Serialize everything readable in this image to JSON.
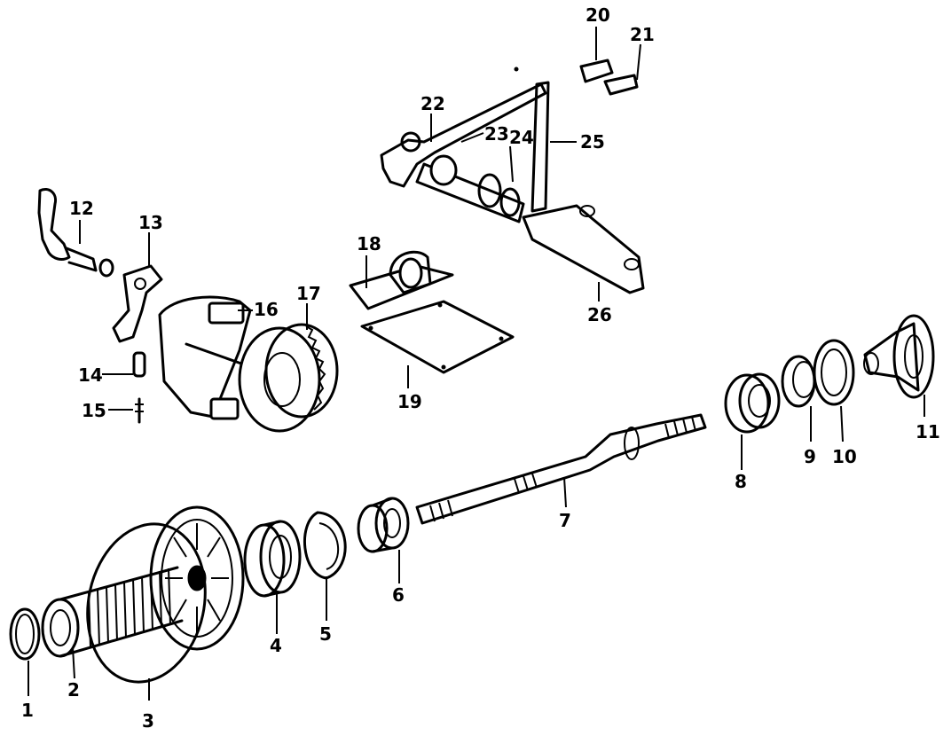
{
  "callouts": {
    "c1": "1",
    "c2": "2",
    "c3": "3",
    "c4": "4",
    "c5": "5",
    "c6": "6",
    "c7": "7",
    "c8": "8",
    "c9": "9",
    "c10": "10",
    "c11": "11",
    "c12": "12",
    "c13": "13",
    "c14": "14",
    "c15": "15",
    "c16": "16",
    "c17": "17",
    "c18": "18",
    "c19": "19",
    "c20": "20",
    "c21": "21",
    "c22": "22",
    "c23": "23",
    "c24": "24",
    "c25": "25",
    "c26": "26"
  },
  "colors": {
    "ink": "#000000",
    "paper": "#ffffff"
  }
}
